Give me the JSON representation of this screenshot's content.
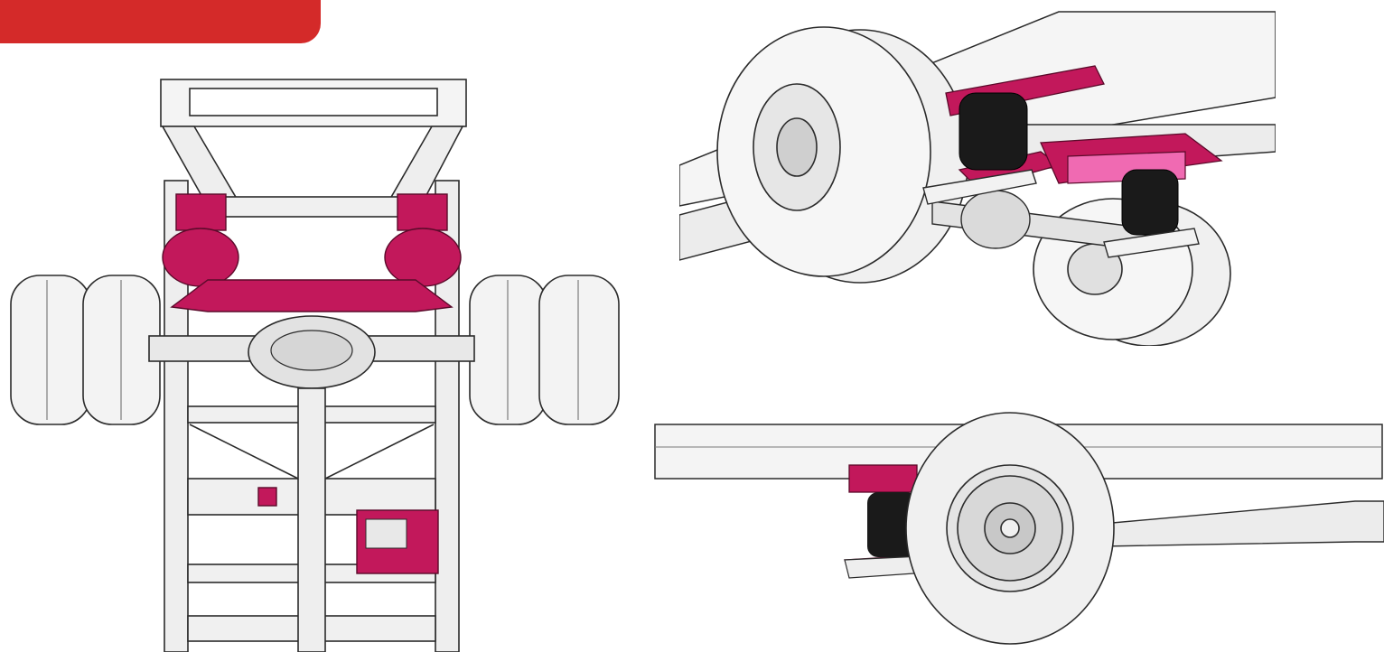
{
  "figure": {
    "views": [
      "top-view",
      "isometric-underside-view",
      "side-view"
    ],
    "colors": {
      "banner": "#d42a29",
      "highlight": "#c2185b",
      "highlight_light": "#f06ab2",
      "tire": "#f2f2f2",
      "outline": "#2b2b2b",
      "air_spring": "#1a1a1a",
      "frame": "#e6e6e6"
    }
  }
}
